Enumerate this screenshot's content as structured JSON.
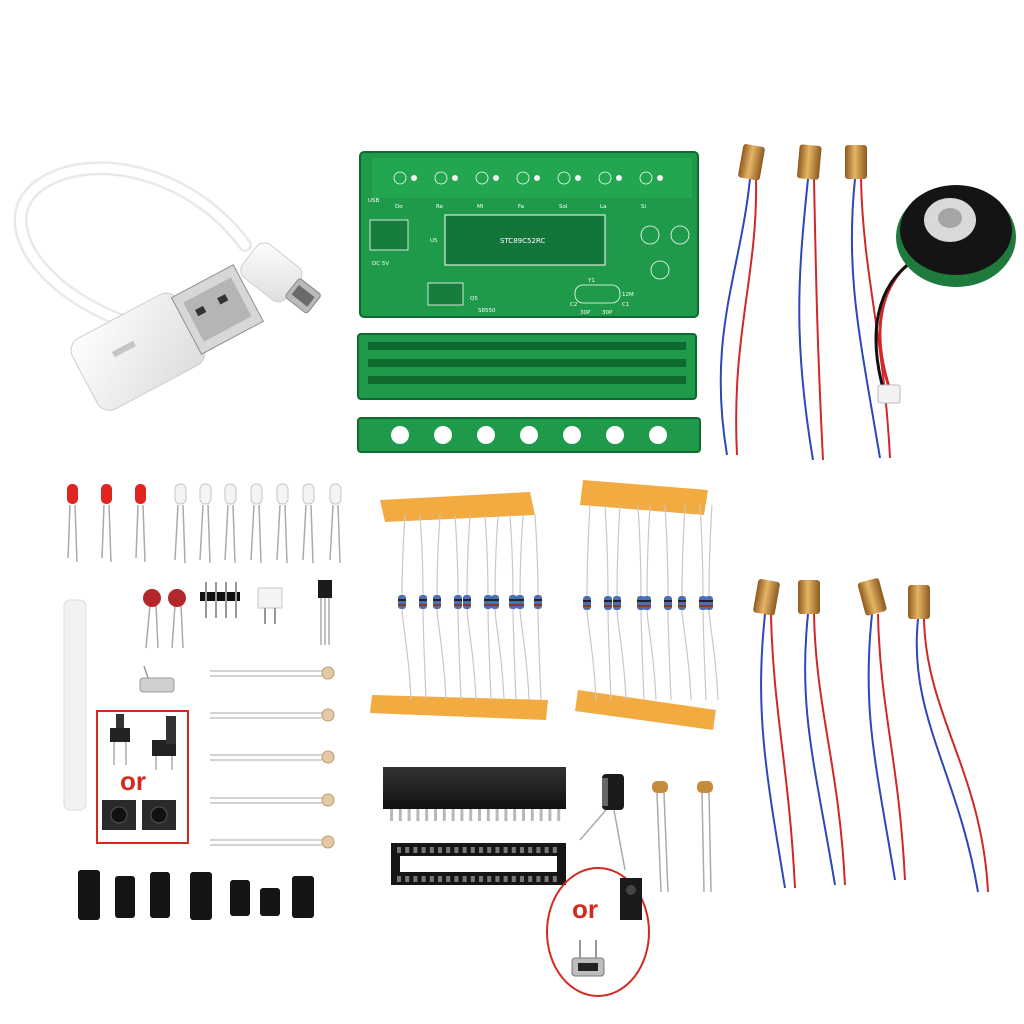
{
  "option_label_buttons": "or",
  "option_label_jack": "or",
  "pcb_main": {
    "chip_label": "STC89C52RC",
    "notes": [
      "Do",
      "Re",
      "Mi",
      "Fa",
      "Sol",
      "La",
      "Si"
    ],
    "markings": [
      "DC 5V",
      "Q5",
      "S8550",
      "Y1",
      "12M",
      "C2",
      "C1",
      "30P",
      "30P",
      "U5",
      "USB"
    ]
  },
  "colors": {
    "pcb_green": "#1f9a4a",
    "pcb_dark": "#146b34",
    "option_outline": "#d42a1e",
    "resistor_tape": "#f0a22c",
    "laser_brass": "#c78b3c",
    "wire_red": "#d0282a",
    "wire_blue": "#2d47b8"
  },
  "icons": [
    "usb-cable-icon",
    "laser-module-icon",
    "speaker-icon",
    "led-icon",
    "resistor-icon",
    "ic-chip-icon",
    "ic-socket-icon",
    "push-button-icon",
    "dc-jack-icon",
    "micro-usb-jack-icon",
    "photoresistor-icon",
    "capacitor-icon"
  ]
}
